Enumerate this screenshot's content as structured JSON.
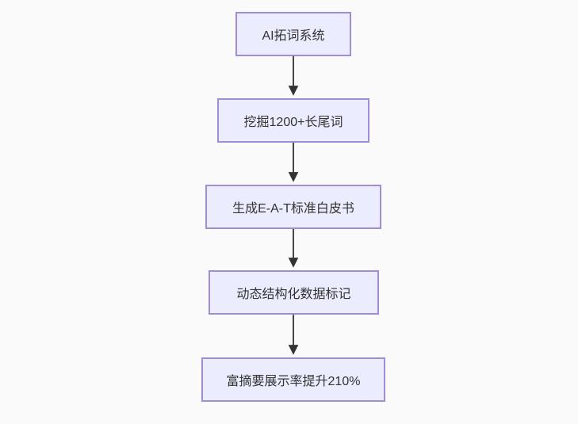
{
  "diagram": {
    "type": "flowchart",
    "direction": "top-down",
    "nodes": [
      {
        "id": "n1",
        "label": "AI拓词系统"
      },
      {
        "id": "n2",
        "label": "挖掘1200+长尾词"
      },
      {
        "id": "n3",
        "label": "生成E-A-T标准白皮书"
      },
      {
        "id": "n4",
        "label": "动态结构化数据标记"
      },
      {
        "id": "n5",
        "label": "富摘要展示率提升210%"
      }
    ],
    "edges": [
      {
        "from": "n1",
        "to": "n2"
      },
      {
        "from": "n2",
        "to": "n3"
      },
      {
        "from": "n3",
        "to": "n4"
      },
      {
        "from": "n4",
        "to": "n5"
      }
    ],
    "colors": {
      "background": "#fafafa",
      "node_fill": "#ececff",
      "node_border": "#a18cd6",
      "arrow": "#333333",
      "text": "#333333"
    }
  }
}
